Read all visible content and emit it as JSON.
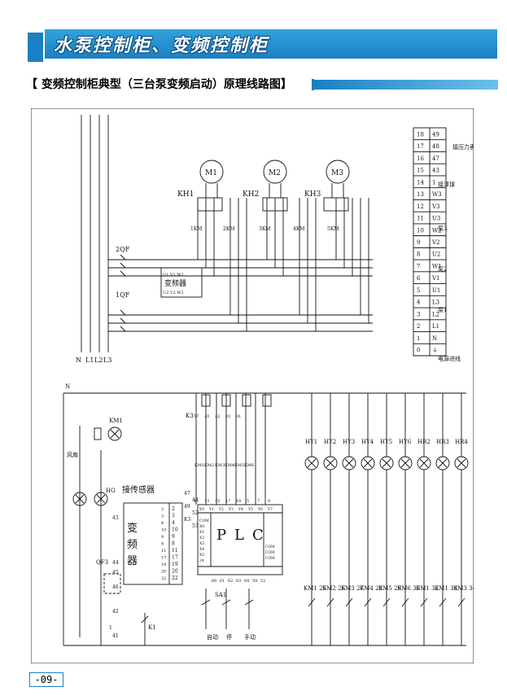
{
  "header": {
    "title": "水泵控制柜、变频控制柜"
  },
  "section": {
    "title": "【 变频控制柜典型（三台泵变频启动）原理线路图】"
  },
  "footer": {
    "page_number": "-09-"
  },
  "diagram": {
    "power_lines": [
      "N",
      "L1",
      "L2",
      "L3"
    ],
    "breakers": [
      "1QF",
      "2QF",
      "QF3"
    ],
    "vfd_label": "变频器",
    "vfd_terminals_top": "U1 V1 W1",
    "vfd_terminals_bottom": "U2 V2 W2",
    "contactors_main": [
      "1KM",
      "2KM",
      "3KM",
      "4KM",
      "5KM"
    ],
    "thermal_relays": [
      "KH1",
      "KH2",
      "KH3"
    ],
    "motors": [
      "M1",
      "M2",
      "M3"
    ],
    "terminal_numbers_top": [
      "0",
      "1",
      "2",
      "3",
      "4",
      "5",
      "6",
      "7",
      "8",
      "9",
      "10",
      "11",
      "12",
      "13",
      "14",
      "15",
      "16",
      "17",
      "18"
    ],
    "terminal_labels_bottom": [
      "⏚",
      "N",
      "L1",
      "L2",
      "L3",
      "U1",
      "V1",
      "W1",
      "U2",
      "V2",
      "W2",
      "U3",
      "V3",
      "W3",
      "1",
      "43",
      "47",
      "48",
      "49"
    ],
    "terminal_groups": [
      "电源进线",
      "泵1",
      "泵2",
      "泵3",
      "接浮球",
      "接压力表"
    ],
    "plc_label": [
      "P",
      "L",
      "C"
    ],
    "vfd_control_label": [
      "变",
      "频",
      "器"
    ],
    "sensor_label": "接传感器",
    "sensor_numbers": [
      "47",
      "48",
      "49",
      "52",
      "K3",
      "53"
    ],
    "vfd_pins_left": [
      "2",
      "3",
      "4",
      "10",
      "9",
      "8",
      "11",
      "17",
      "19",
      "20",
      "22"
    ],
    "vfd_pins_right": [
      "2",
      "3",
      "4",
      "10",
      "9",
      "8",
      "11",
      "17",
      "19",
      "20",
      "22"
    ],
    "fan_label": "风扇",
    "hg_label": "HG",
    "km1_label": "KM1",
    "k1_label": "K1",
    "k3_label": "K3",
    "wire_numbers_left": [
      "1",
      "42",
      "43",
      "44",
      "45",
      "46",
      "41"
    ],
    "mode_labels": [
      "自动",
      "停",
      "手动"
    ],
    "switch_label": "SA1",
    "pilot_lamps": [
      "HY1",
      "HY2",
      "HY3",
      "HY4",
      "HY5",
      "HY6",
      "HR2",
      "HR3",
      "HR4"
    ],
    "aux_contacts": [
      {
        "name": "KM1",
        "num": "25"
      },
      {
        "name": "KM2",
        "num": "26"
      },
      {
        "name": "KM3",
        "num": "27"
      },
      {
        "name": "KM4",
        "num": "28"
      },
      {
        "name": "KM5",
        "num": "29"
      },
      {
        "name": "KM6",
        "num": "30"
      },
      {
        "name": "KM1",
        "num": "32"
      },
      {
        "name": "KM1",
        "num": "33"
      },
      {
        "name": "KM3",
        "num": "34"
      }
    ],
    "coil_labels": [
      "KM1",
      "KM2",
      "KM3",
      "KM4",
      "KM5",
      "KM6"
    ],
    "coil_numbers": [
      "57",
      "20",
      "22",
      "23",
      "31",
      "5",
      "7",
      "9",
      "11",
      "13",
      "15",
      "17",
      "18"
    ],
    "plc_inputs": [
      "COM",
      "X0",
      "X1",
      "X2",
      "X3",
      "X4",
      "X5",
      "24"
    ],
    "plc_outputs": [
      "Y0",
      "Y1",
      "Y2",
      "Y3",
      "Y4",
      "Y5",
      "Y6",
      "Y7"
    ],
    "plc_com_labels": [
      "COM",
      "COM",
      "COM"
    ],
    "input_numbers": [
      "60",
      "61",
      "62",
      "63",
      "64",
      "59",
      "52"
    ]
  }
}
